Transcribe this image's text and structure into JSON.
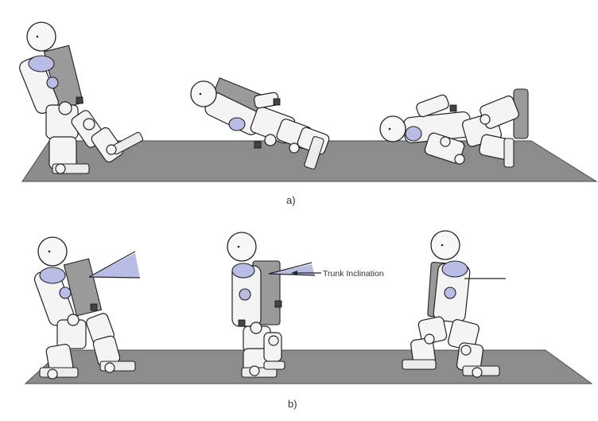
{
  "panels": [
    {
      "id": "a",
      "caption": "a)"
    },
    {
      "id": "b",
      "caption": "b)"
    }
  ],
  "annotation": {
    "label": "Trunk Inclination"
  },
  "colors": {
    "floor": "#8c8c8c",
    "floor_edge": "#4a4a4a",
    "robot_body": "#f4f4f4",
    "robot_joint": "#b9bde6",
    "outline": "#222222",
    "backpack": "#9a9a9a"
  }
}
